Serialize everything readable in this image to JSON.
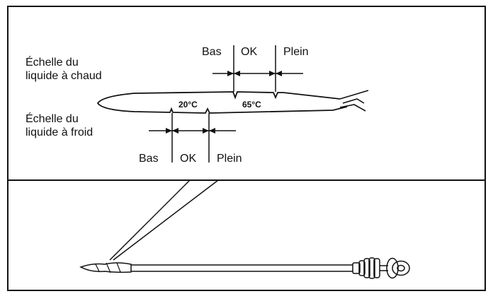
{
  "hot_scale": {
    "title_line1": "Échelle du",
    "title_line2": "liquide à chaud",
    "low": "Bas",
    "ok": "OK",
    "full": "Plein",
    "temperature": "65°C"
  },
  "cold_scale": {
    "title_line1": "Échelle du",
    "title_line2": "liquide à froid",
    "low": "Bas",
    "ok": "OK",
    "full": "Plein",
    "temperature": "20°C"
  }
}
